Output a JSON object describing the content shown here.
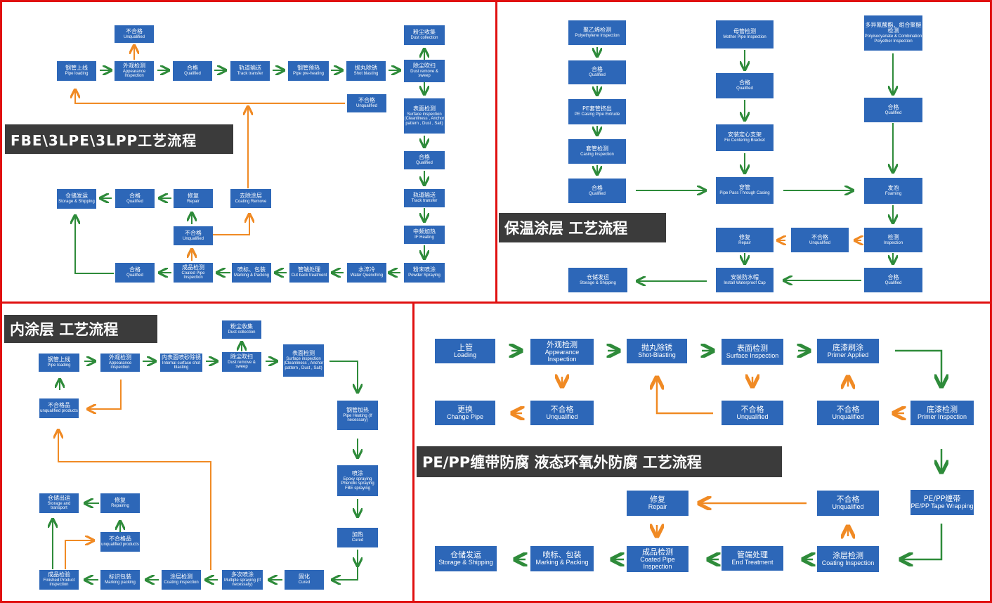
{
  "colors": {
    "box": "#2d67b8",
    "ok_arrow": "#2e8b3a",
    "fail_arrow": "#f08a24",
    "frame": "#e01010",
    "title_bg": "#3b3b3b"
  },
  "p1": {
    "title": "FBE\\3LPE\\3LPP工艺流程",
    "b1": {
      "zh": "钢管上线",
      "en": "Pipe loading"
    },
    "b2": {
      "zh": "外观检测",
      "en": "Appearance Inspection"
    },
    "b3": {
      "zh": "合格",
      "en": "Qualified"
    },
    "b4": {
      "zh": "轨道输送",
      "en": "Track transfer"
    },
    "b5": {
      "zh": "钢管预热",
      "en": "Pipe pre-heating"
    },
    "b6": {
      "zh": "抛丸除锈",
      "en": "Shot blasting"
    },
    "b7": {
      "zh": "除尘吹扫",
      "en": "Dust remove & sweep"
    },
    "b8": {
      "zh": "粉尘收集",
      "en": "Dust collection"
    },
    "b9": {
      "zh": "不合格",
      "en": "Unqualified"
    },
    "b10": {
      "zh": "不合格",
      "en": "Unqualified"
    },
    "b11": {
      "zh": "表面检测",
      "en": "Surface inspection (Cleanliness , Anchor pattern , Dust , Salt)"
    },
    "b12": {
      "zh": "合格",
      "en": "Qualified"
    },
    "b13": {
      "zh": "轨道输送",
      "en": "Track transfer"
    },
    "b14": {
      "zh": "中频加热",
      "en": "IF Heating"
    },
    "b15": {
      "zh": "粉末喷涂",
      "en": "Powder Spraying"
    },
    "b16": {
      "zh": "水淬冷",
      "en": "Water Quenching"
    },
    "b17": {
      "zh": "管端处理",
      "en": "Cut back treatment"
    },
    "b18": {
      "zh": "喷标、包装",
      "en": "Marking & Packing"
    },
    "b19": {
      "zh": "成品检测",
      "en": "Coated Pipe Inspection"
    },
    "b20": {
      "zh": "合格",
      "en": "Qualified"
    },
    "b21": {
      "zh": "不合格",
      "en": "Unqualified"
    },
    "b22": {
      "zh": "修复",
      "en": "Repair"
    },
    "b23": {
      "zh": "去除涂层",
      "en": "Coating Remove"
    },
    "b24": {
      "zh": "合格",
      "en": "Qualified"
    },
    "b25": {
      "zh": "仓储发运",
      "en": "Storage & Shipping"
    }
  },
  "p2": {
    "title": "保温涂层 工艺流程",
    "c1": {
      "zh": "聚乙烯检测",
      "en": "Polyethylene Inspection"
    },
    "c2": {
      "zh": "合格",
      "en": "Qualified"
    },
    "c3": {
      "zh": "PE套管挤出",
      "en": "PE Casing Pipe Extrude"
    },
    "c4": {
      "zh": "套管检测",
      "en": "Casing Inspection"
    },
    "c5": {
      "zh": "合格",
      "en": "Qualified"
    },
    "c6": {
      "zh": "母管检测",
      "en": "Mother Pipe Inspection"
    },
    "c7": {
      "zh": "合格",
      "en": "Qualified"
    },
    "c8": {
      "zh": "安装定心支架",
      "en": "Fix Centering Bracket"
    },
    "c9": {
      "zh": "穿管",
      "en": "Pipe Pass Through Casing"
    },
    "c10": {
      "zh": "多异氰酸酯、组合聚醚检测",
      "en": "Polyisocyanate & Combination Polyether Inspection"
    },
    "c11": {
      "zh": "合格",
      "en": "Qualified"
    },
    "c12": {
      "zh": "发泡",
      "en": "Foaming"
    },
    "c13": {
      "zh": "检测",
      "en": "Inspection"
    },
    "c14": {
      "zh": "不合格",
      "en": "Unqualified"
    },
    "c15": {
      "zh": "修复",
      "en": "Repair"
    },
    "c16": {
      "zh": "合格",
      "en": "Qualified"
    },
    "c17": {
      "zh": "安装防水帽",
      "en": "Install Waterproof Cap"
    },
    "c18": {
      "zh": "仓储发运",
      "en": "Storage & Shipping"
    }
  },
  "p3": {
    "title": "内涂层 工艺流程",
    "d1": {
      "zh": "钢管上线",
      "en": "Pipe loading"
    },
    "d2": {
      "zh": "外观检测",
      "en": "Appearance inspection"
    },
    "d3": {
      "zh": "内表面喷砂除锈",
      "en": "Internal surface shot blasting"
    },
    "d4": {
      "zh": "除尘吹扫",
      "en": "Dust remove & sweep"
    },
    "d5": {
      "zh": "粉尘收集",
      "en": "Dust collection"
    },
    "d6": {
      "zh": "表面检测",
      "en": "Surface inspection (Cleanliness , Anchor pattern , Dust , Salt)"
    },
    "d7": {
      "zh": "不合格品",
      "en": "unqualified products"
    },
    "d8": {
      "zh": "钢管加热",
      "en": "Pipe Heating (If necessary)"
    },
    "d9": {
      "zh": "喷涂",
      "en": "Epoxy spraying Phenolic spraying FBE spraying"
    },
    "d10": {
      "zh": "加热",
      "en": "Cured"
    },
    "d11": {
      "zh": "固化",
      "en": "Cured"
    },
    "d12": {
      "zh": "多次喷涂",
      "en": "Multiple spraying (If necessary)"
    },
    "d13": {
      "zh": "涂层检测",
      "en": "Coating inspection"
    },
    "d14": {
      "zh": "标识包装",
      "en": "Marking packing"
    },
    "d15": {
      "zh": "成品检验",
      "en": "Finished Product inspection"
    },
    "d16": {
      "zh": "不合格品",
      "en": "unqualified products"
    },
    "d17": {
      "zh": "修复",
      "en": "Repairing"
    },
    "d18": {
      "zh": "仓储出运",
      "en": "Storage and transport"
    }
  },
  "p4": {
    "title": "PE/PP缠带防腐 液态环氧外防腐 工艺流程",
    "e1": {
      "zh": "上管",
      "en": "Loading"
    },
    "e2": {
      "zh": "外观检测",
      "en": "Appearance Inspection"
    },
    "e3": {
      "zh": "抛丸除锈",
      "en": "Shot-Blasting"
    },
    "e4": {
      "zh": "表面检测",
      "en": "Surface Inspection"
    },
    "e5": {
      "zh": "底漆刷涂",
      "en": "Primer Applied"
    },
    "e6": {
      "zh": "更换",
      "en": "Change Pipe"
    },
    "e7": {
      "zh": "不合格",
      "en": "Unqualified"
    },
    "e8": {
      "zh": "不合格",
      "en": "Unqualified"
    },
    "e9": {
      "zh": "不合格",
      "en": "Unqualified"
    },
    "e10": {
      "zh": "底漆检测",
      "en": "Primer Inspection"
    },
    "e11": {
      "zh": "PE/PP缠带",
      "en": "PE/PP Tape Wrapping"
    },
    "e12": {
      "zh": "修复",
      "en": "Repair"
    },
    "e13": {
      "zh": "不合格",
      "en": "Unqualified"
    },
    "e14": {
      "zh": "涂层检测",
      "en": "Coating Inspection"
    },
    "e15": {
      "zh": "管端处理",
      "en": "End Treatment"
    },
    "e16": {
      "zh": "成品检测",
      "en": "Coated Pipe Inspection"
    },
    "e17": {
      "zh": "喷标、包装",
      "en": "Marking & Packing"
    },
    "e18": {
      "zh": "仓储发运",
      "en": "Storage & Shipping"
    }
  }
}
